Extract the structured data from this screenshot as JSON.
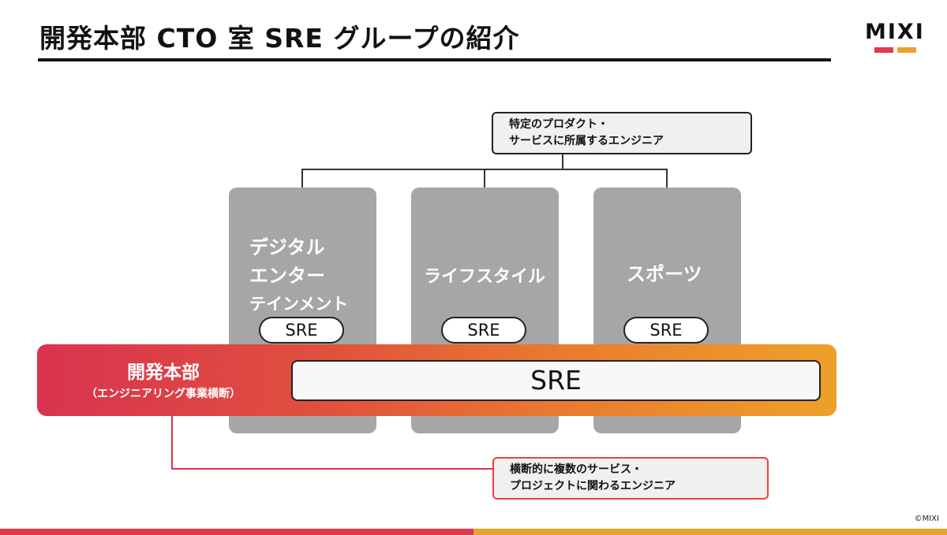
{
  "slide": {
    "title": "開発本部 CTO 室 SRE グループの紹介",
    "copyright": "©MIXI"
  },
  "logo": {
    "text": "MIXI",
    "bar_colors": [
      "#e03a4f",
      "#eaa22e"
    ]
  },
  "callouts": {
    "top": {
      "line1": "特定のプロダクト・",
      "line2": "サービスに所属するエンジニア"
    },
    "bottom": {
      "line1": "横断的に複数のサービス・",
      "line2": "プロジェクトに関わるエンジニア"
    }
  },
  "cards": [
    {
      "lines": [
        "デジタル",
        "エンター",
        "テインメント"
      ],
      "sre": "SRE"
    },
    {
      "lines": [
        "ライフスタイル"
      ],
      "sre": "SRE"
    },
    {
      "lines": [
        "スポーツ"
      ],
      "sre": "SRE"
    }
  ],
  "band": {
    "title": "開発本部",
    "subtitle": "（エンジニアリング事業横断）",
    "sre": "SRE"
  },
  "colors": {
    "card": "#a6a6a6",
    "accent_red": "#e03a4f",
    "accent_orange": "#eaa22e"
  }
}
